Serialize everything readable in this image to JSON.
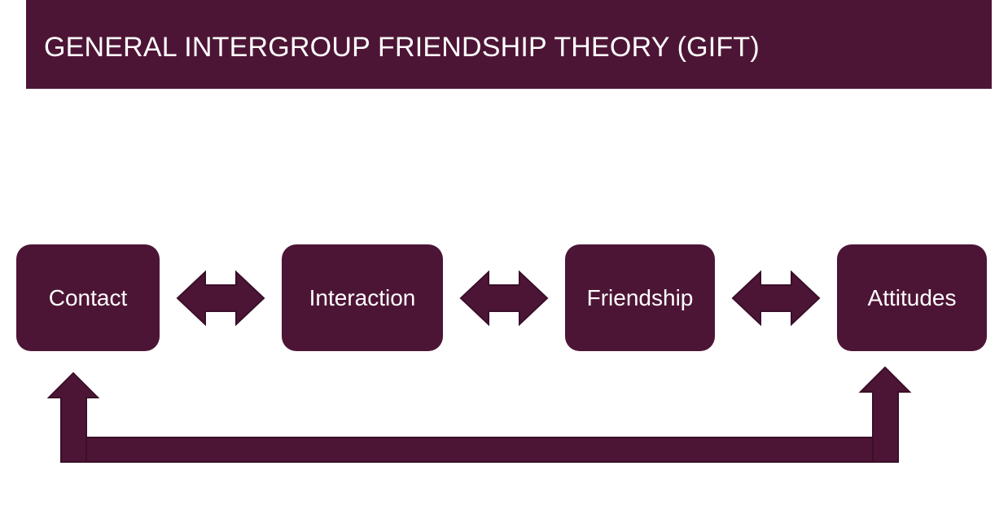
{
  "title": "GENERAL INTERGROUP FRIENDSHIP THEORY (GIFT)",
  "nodes": [
    {
      "label": "Contact"
    },
    {
      "label": "Interaction"
    },
    {
      "label": "Friendship"
    },
    {
      "label": "Attitudes"
    }
  ],
  "edges": [
    {
      "from": "Contact",
      "to": "Interaction",
      "type": "bidirectional"
    },
    {
      "from": "Interaction",
      "to": "Friendship",
      "type": "bidirectional"
    },
    {
      "from": "Friendship",
      "to": "Attitudes",
      "type": "bidirectional"
    },
    {
      "from": "Contact",
      "to": "Attitudes",
      "type": "feedback-loop-bidirectional"
    }
  ],
  "colors": {
    "primary": "#4d1535",
    "arrow_stroke": "#3a0f28",
    "text": "#ffffff",
    "background": "#ffffff"
  }
}
